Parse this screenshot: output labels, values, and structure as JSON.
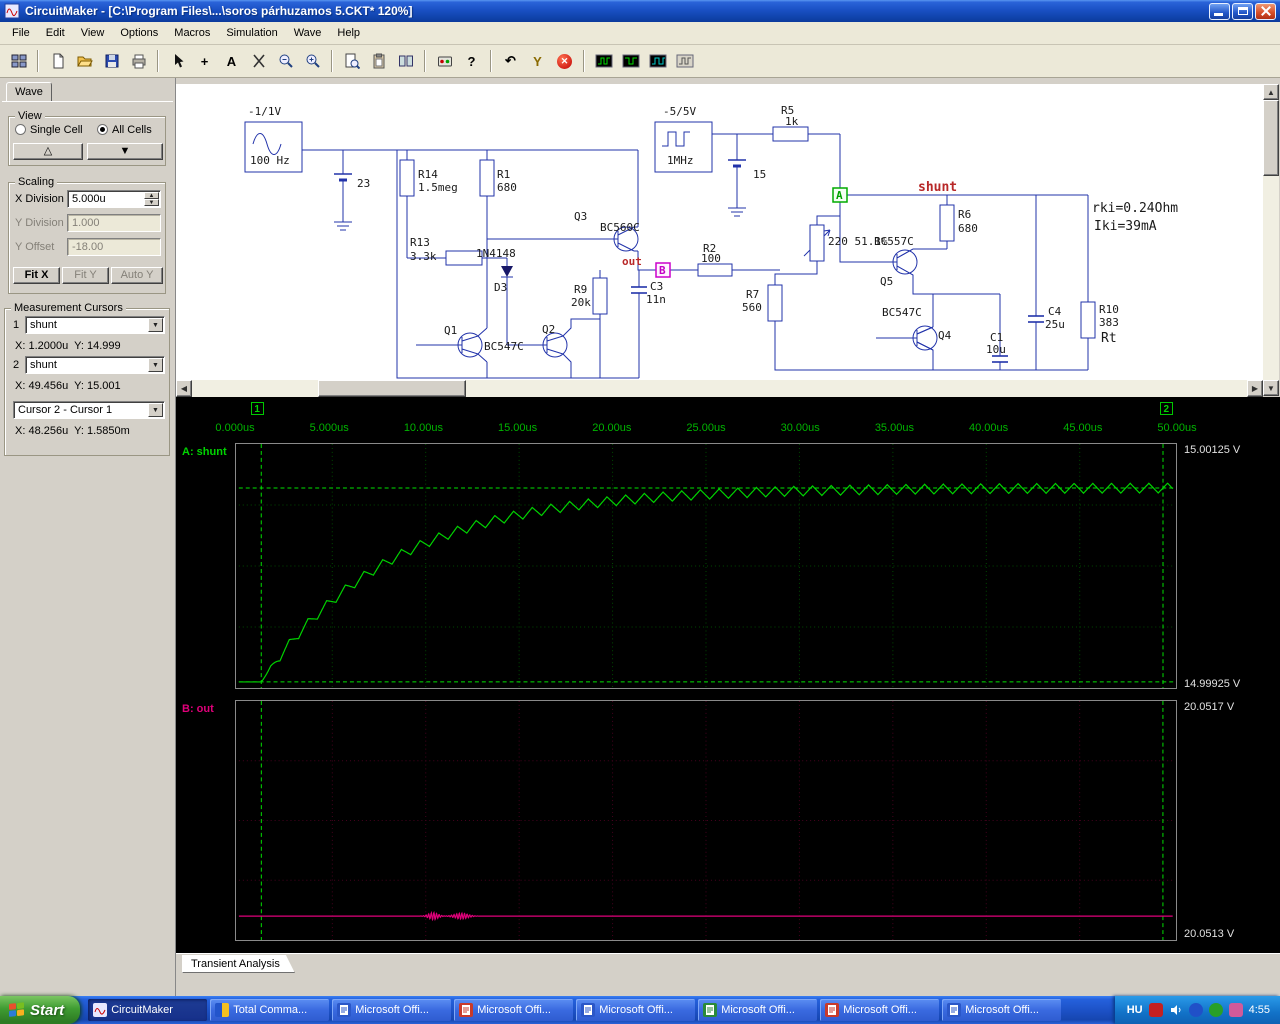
{
  "window": {
    "title": "CircuitMaker - [C:\\Program Files\\...\\soros párhuzamos 5.CKT* 120%]"
  },
  "menu": {
    "items": [
      "File",
      "Edit",
      "View",
      "Options",
      "Macros",
      "Simulation",
      "Wave",
      "Help"
    ]
  },
  "toolbar": {
    "glyphs": {
      "plus": "+",
      "text_tool": "A",
      "help": "?",
      "undo": "↶",
      "probe": "Y",
      "stop": "✕",
      "up": "▲",
      "down": "▼",
      "left": "◀",
      "right": "▶"
    }
  },
  "left_panel": {
    "tab": "Wave",
    "view": {
      "label": "View",
      "single_cell": "Single Cell",
      "all_cells": "All Cells",
      "up_glyph": "△",
      "down_glyph": "▼"
    },
    "scaling": {
      "label": "Scaling",
      "x_division_label": "X Division",
      "x_division": "5.000u",
      "y_division_label": "Y Division",
      "y_division": "1.000",
      "y_offset_label": "Y Offset",
      "y_offset": "-18.00",
      "fit_x": "Fit X",
      "fit_y": "Fit Y",
      "auto_y": "Auto Y"
    },
    "cursors": {
      "label": "Measurement Cursors",
      "rows": [
        {
          "n": "1",
          "signal": "shunt",
          "readout": "X: 1.2000u  Y: 14.999"
        },
        {
          "n": "2",
          "signal": "shunt",
          "readout": "X: 49.456u  Y: 15.001"
        }
      ],
      "delta": {
        "signal": "Cursor 2 - Cursor 1",
        "readout": "X: 48.256u  Y: 1.5850m"
      }
    }
  },
  "schematic": {
    "src1": {
      "label": "-1/1V",
      "freq": "100 Hz"
    },
    "bat1": "23",
    "r14": {
      "name": "R14",
      "value": "1.5meg"
    },
    "r1": {
      "name": "R1",
      "value": "680"
    },
    "r13": {
      "name": "R13",
      "value": "3.3k"
    },
    "d3": {
      "name": "D3",
      "type": "1N4148"
    },
    "q3": {
      "name": "Q3",
      "type": "BC560C"
    },
    "q1": {
      "name": "Q1",
      "type": "BC547C"
    },
    "q2": {
      "name": "Q2"
    },
    "r9": {
      "name": "R9",
      "value": "20k"
    },
    "out_label": "out",
    "probe_b": "B",
    "c3": {
      "name": "C3",
      "value": "11n"
    },
    "r2": {
      "name": "R2",
      "value": "100"
    },
    "src2": {
      "label": "-5/5V",
      "freq": "1MHz"
    },
    "bat2": "15",
    "r5": {
      "name": "R5",
      "value": "1k"
    },
    "probe_a": "A",
    "shunt_label": "shunt",
    "pot": "220 51.1%",
    "r7": {
      "name": "R7",
      "value": "560"
    },
    "q5": {
      "name": "Q5",
      "type": "BC557C"
    },
    "r6": {
      "name": "R6",
      "value": "680"
    },
    "q4": {
      "name": "Q4",
      "type": "BC547C"
    },
    "c1": {
      "name": "C1",
      "value": "10u"
    },
    "c4": {
      "name": "C4",
      "value": "25u"
    },
    "r10": {
      "name": "R10",
      "value": "383",
      "alt": "Rt"
    },
    "notes": [
      "rki=0.24Ohm",
      "Iki=39mA"
    ]
  },
  "chart_data": {
    "type": "line",
    "title": "Transient Analysis",
    "bottom_tab": "Transient Analysis",
    "x_unit": "us",
    "x_range": [
      0,
      50
    ],
    "x_ticks": [
      "0.000us",
      "5.000us",
      "10.00us",
      "15.00us",
      "20.00us",
      "25.00us",
      "30.00us",
      "35.00us",
      "40.00us",
      "45.00us",
      "50.00us"
    ],
    "cursor_color": "#00e000",
    "cursors": [
      {
        "n": "1",
        "x_us": 1.2,
        "y_v": 14.999
      },
      {
        "n": "2",
        "x_us": 49.456,
        "y_v": 15.001
      }
    ],
    "panels": [
      {
        "channel": "A: shunt",
        "color": "#00d400",
        "grid_color": "#004a00",
        "y_top_label": "15.00125 V",
        "y_bottom_label": "14.99925 V",
        "y_range": [
          14.99925,
          15.00125
        ],
        "trace": {
          "kind": "exp_rise_sawtooth",
          "t_start": 1.2,
          "v_start": 14.9993,
          "v_final": 15.00089,
          "tau": 7,
          "ripple_pp": 8e-05,
          "ripple_period": 1
        }
      },
      {
        "channel": "B: out",
        "color": "#e0007a",
        "grid_color": "#46001e",
        "y_top_label": "20.0517 V",
        "y_bottom_label": "20.0513 V",
        "y_range": [
          20.0513,
          20.0517
        ],
        "trace": {
          "kind": "flat",
          "value": 20.05134,
          "noise_spots": [
            {
              "t": 10.4,
              "w": 0.25,
              "amp": 6e-06
            },
            {
              "t": 11.9,
              "w": 0.35,
              "amp": 5e-06
            }
          ]
        }
      }
    ]
  },
  "taskbar": {
    "start_label": "Start",
    "tasks": [
      "CircuitMaker",
      "Total Comma...",
      "Microsoft Offi...",
      "Microsoft Offi...",
      "Microsoft Offi...",
      "Microsoft Offi...",
      "Microsoft Offi...",
      "Microsoft Offi..."
    ],
    "language": "HU",
    "time": "4:55"
  }
}
